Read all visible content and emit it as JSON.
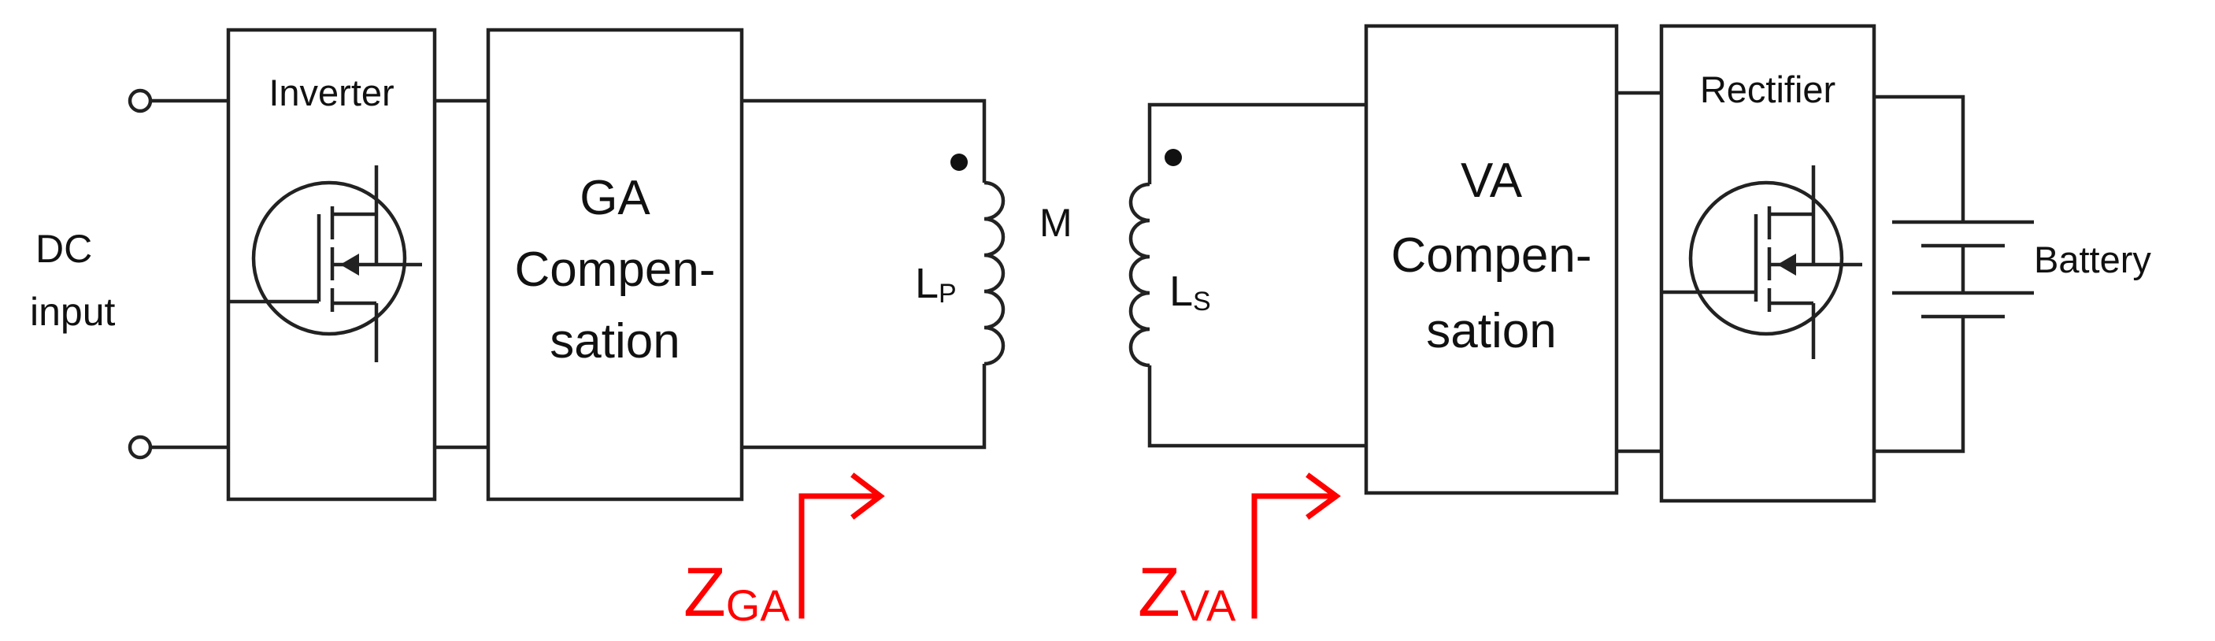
{
  "labels": {
    "dc_input_line1": "DC",
    "dc_input_line2": "input",
    "inverter": "Inverter",
    "ga_line1": "GA",
    "ga_line2": "Compen-",
    "ga_line3": "sation",
    "mutual": "M",
    "lp_main": "L",
    "lp_sub": "P",
    "ls_main": "L",
    "ls_sub": "S",
    "va_line1": "VA",
    "va_line2": "Compen-",
    "va_line3": "sation",
    "rectifier": "Rectifier",
    "battery": "Battery",
    "zga_main": "Z",
    "zga_sub": "GA",
    "zva_main": "Z",
    "zva_sub": "VA"
  },
  "colors": {
    "line": "#222222",
    "impedance": "#ff0000"
  },
  "icons": {
    "inverter_switch": "mosfet-icon",
    "rectifier_switch": "mosfet-icon",
    "battery": "battery-icon",
    "polarity_dot": "dot-icon"
  }
}
